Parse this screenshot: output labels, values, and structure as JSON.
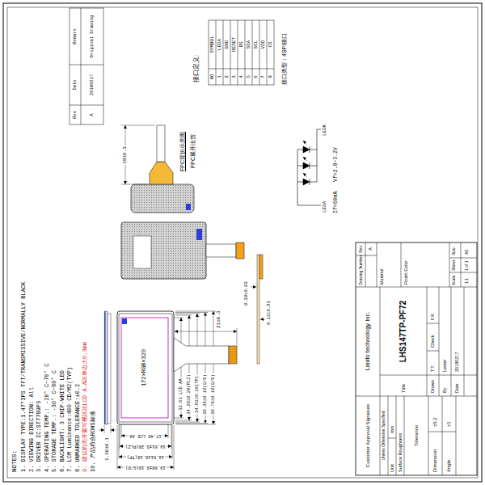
{
  "diagram": {
    "labels": [
      "NOTES:",
      "1. DISPLAY TYPE:1.47\"IPS TFT/TRANSMISSIVE/NORMALLY BLACK",
      "2. VIEWING DIRECTION: All",
      "3. DRIVER IC:ST7789P3",
      "4. OPERATING TEMP.: -20° C~70° C",
      "5. STORAGE TEMP.: -30° C~80° C",
      "6. BACKLIGHT: 3 CHIP-WHITE LED",
      "7. LCM Luminance:400 CD/M2(TYP)",
      "8. UNMARKED TOLERANCE:±0.2",
      "9. 建议机壳开窗可视区比LCD A.A区单边大0.3mm",
      "10. 产品符合ROHS标准",
      "Rev",
      "Date",
      "Remark",
      "A",
      "20180217",
      "Original Drawing",
      "1.50±0.1",
      "172×RGB×320",
      "19.60±0.10(G/D)",
      "18.61±0.10(TP)",
      "18.61±0.20(PLZ)",
      "17.40 LCD AA",
      "32.61 LCD AA",
      "34.29±0.20(PLZ)",
      "34.63±0.10(TP)",
      "36.34±0.10(G/D)",
      "36.76±0.10(G/D)",
      "21±0.3",
      "0.30±0.03",
      "0.12±0.03",
      "19±0.3",
      "FPC背折示意图",
      "FPC展开出货",
      "LEDA",
      "LEDK",
      "If=60mA   Vf=2.8~3.2V",
      "接口定义:",
      "NO",
      "SYMBOL",
      "1",
      "LEDA",
      "2",
      "GND",
      "3",
      "RESET",
      "4",
      "RS",
      "5",
      "SDA",
      "6",
      "SCL",
      "7",
      "VDD",
      "8",
      "CS",
      "接口类型：4SPI接口",
      "Customer Approval Signature",
      "Limito technology Inc.",
      "LHS147TP-PF72",
      "Unless Otherwise Specified",
      "Unit",
      "mm",
      "Surface Roughness",
      "Tolerance",
      "Dimension",
      "±0.2",
      "Angle",
      "±1",
      "Title",
      "Drawn",
      "T.T.",
      "Check",
      "F.K.",
      "By",
      "Lester",
      "Date",
      "20180217",
      "Drawing Number",
      "Rev.",
      "A",
      "Material",
      "Finish Color",
      "Scale",
      "Sheet",
      "Size",
      "1:1",
      "1 of 1",
      "A3"
    ]
  }
}
